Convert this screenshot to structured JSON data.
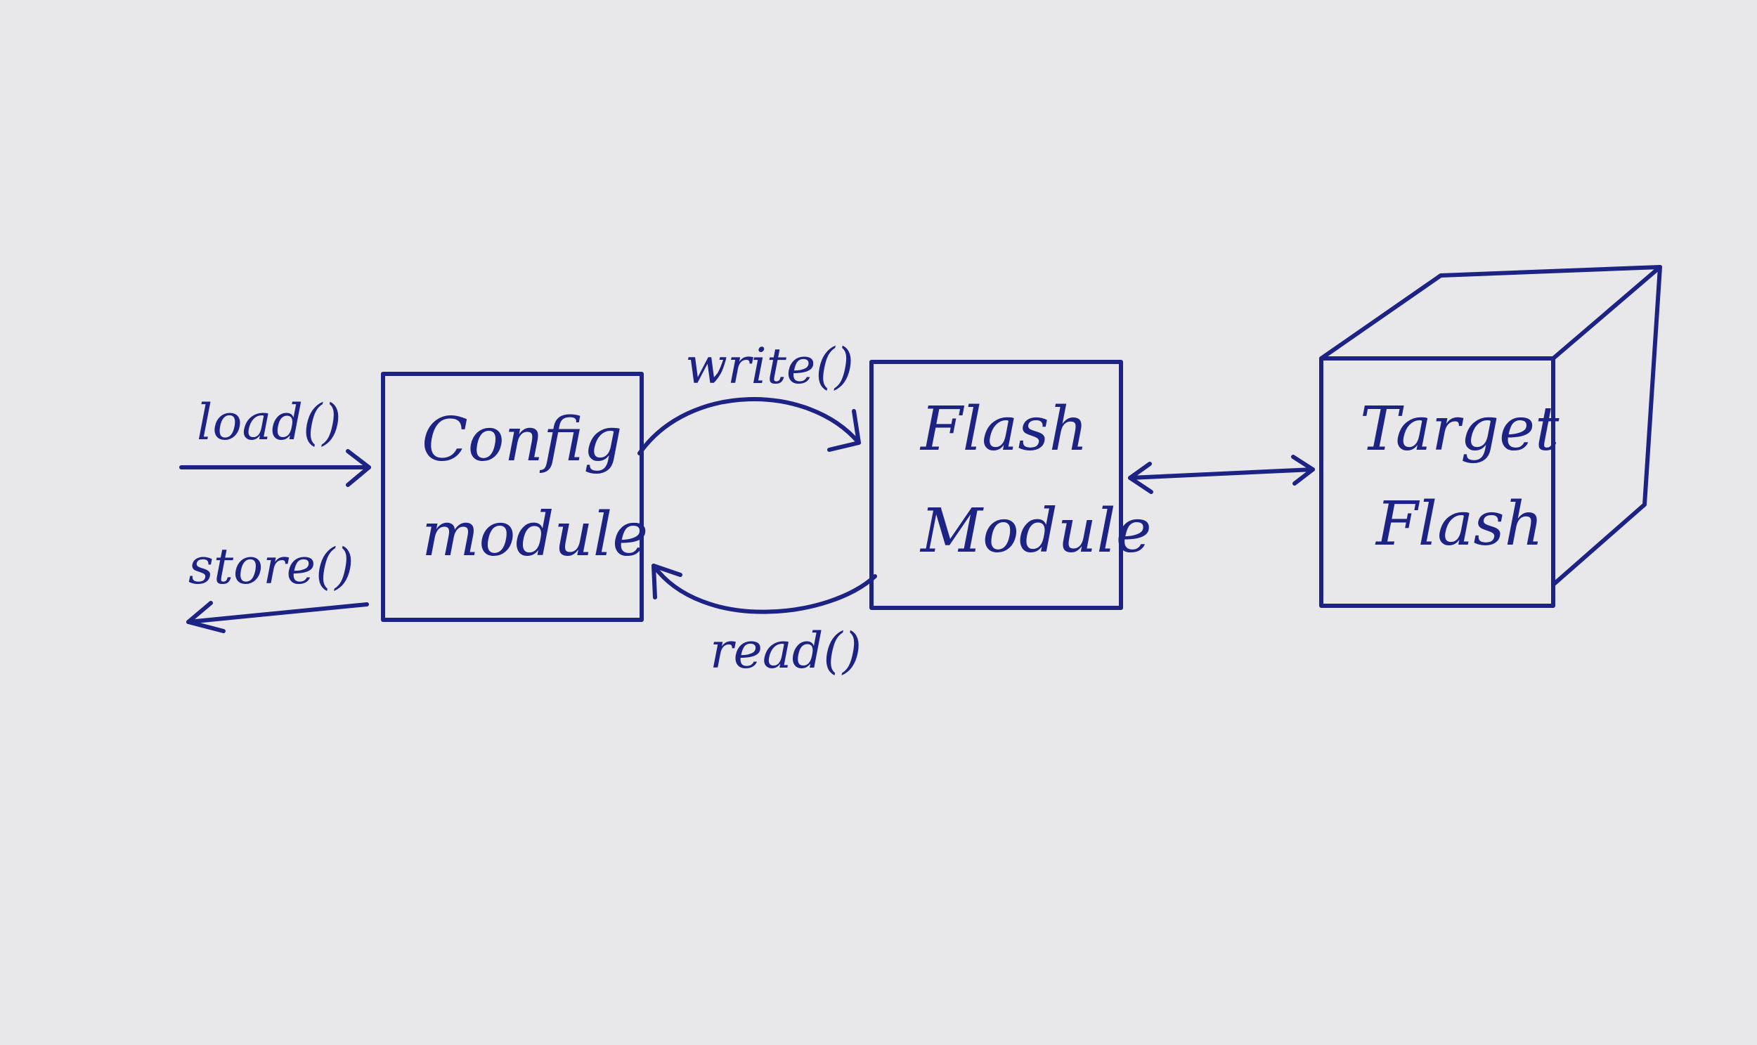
{
  "diagram": {
    "nodes": {
      "config": {
        "line1": "Config",
        "line2": "module"
      },
      "flash": {
        "line1": "Flash",
        "line2": "Module"
      },
      "target": {
        "line1": "Target",
        "line2": "Flash"
      }
    },
    "edges": {
      "load": "load()",
      "store": "store()",
      "write": "write()",
      "read": "read()"
    }
  },
  "colors": {
    "ink": "#1c2384",
    "paper": "#e8e8ea"
  }
}
